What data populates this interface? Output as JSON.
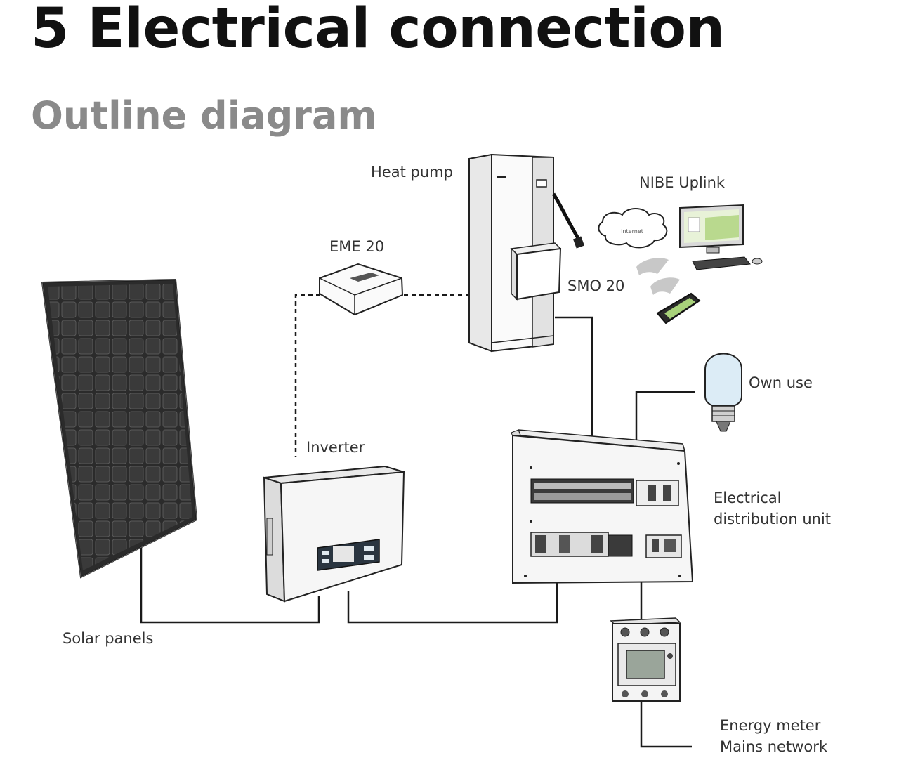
{
  "page": {
    "title": "5  Electrical connection",
    "subtitle": "Outline diagram"
  },
  "labels": {
    "heat_pump": "Heat pump",
    "nibe_uplink": "NIBE Uplink",
    "eme20": "EME 20",
    "smo20": "SMO 20",
    "own_use": "Own use",
    "inverter": "Inverter",
    "electrical_line1": "Electrical",
    "electrical_line2": "distribution unit",
    "solar_panels": "Solar panels",
    "energy_meter_line1": "Energy meter",
    "energy_meter_line2": "Mains network",
    "internet": "Internet"
  },
  "colors": {
    "line": "#1a1a1a",
    "panel_dark": "#2b2b2b",
    "panel_cell": "#3c3c3c",
    "device": "#f4f4f4",
    "bulb": "#dcecf6",
    "screen": "#b9d98e"
  }
}
